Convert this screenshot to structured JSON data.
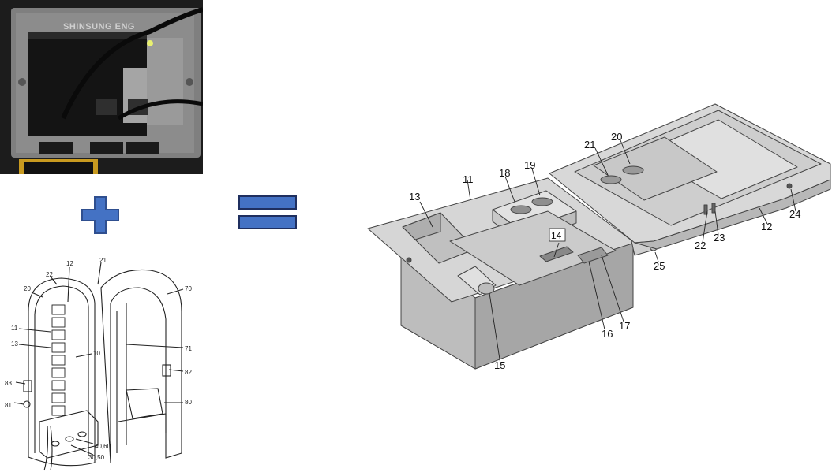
{
  "photo": {
    "brand_text": "SHINSUNG ENG",
    "colors": {
      "body": "#8a8a8a",
      "led": "#e8f070",
      "stripe": "#c89a20"
    }
  },
  "symbols": {
    "plus_color": "#4472c4",
    "equals_color": "#4472c4",
    "plus_icon": "plus-icon",
    "equals_icon": "equals-icon"
  },
  "patent_labels": {
    "l12": "12",
    "l21": "21",
    "l22": "22",
    "l20": "20",
    "l70": "70",
    "l11": "11",
    "l13": "13",
    "l10": "10",
    "l71": "71",
    "l83": "83",
    "l82": "82",
    "l81": "81",
    "l80": "80",
    "l4060": "40,60",
    "l3050": "30,50"
  },
  "model_labels": {
    "l11": "11",
    "l13": "13",
    "l18": "18",
    "l19": "19",
    "l20": "20",
    "l21": "21",
    "l14": "14",
    "l15": "15",
    "l16": "16",
    "l17": "17",
    "l22": "22",
    "l23": "23",
    "l24": "24",
    "l12": "12",
    "l25": "25"
  }
}
